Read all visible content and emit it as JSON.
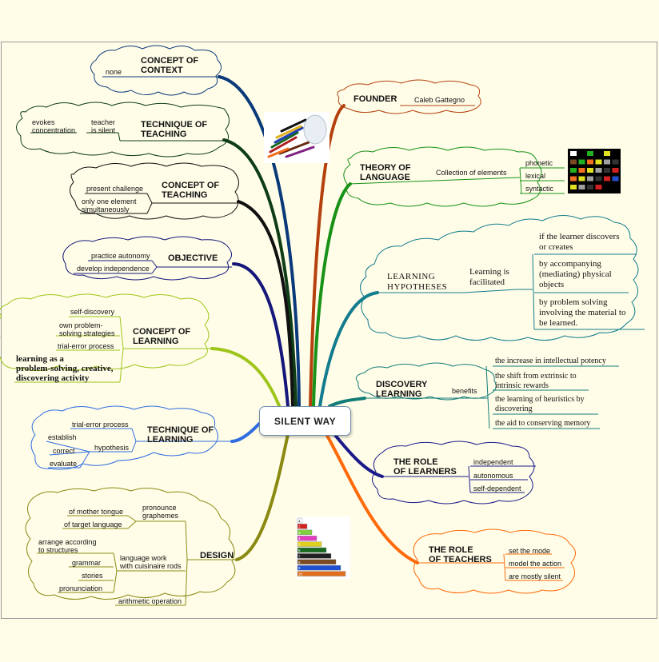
{
  "center": "SILENT WAY",
  "concept_of_context": {
    "title": "CONCEPT OF\nCONTEXT",
    "items": [
      "none"
    ]
  },
  "technique_of_teaching": {
    "title": "TECHNIQUE OF\nTEACHING",
    "items": [
      "teacher\nis silent",
      "evokes\nconcentration"
    ]
  },
  "concept_of_teaching": {
    "title": "CONCEPT OF\nTEACHING",
    "items": [
      "present challenge",
      "only one element\nsimultaneously"
    ]
  },
  "objective": {
    "title": "OBJECTIVE",
    "items": [
      "practice autonomy",
      "develop independence"
    ]
  },
  "concept_of_learning": {
    "title": "CONCEPT OF\nLEARNING",
    "items": [
      "self-discovery",
      "own problem-\nsolving strategies",
      "trial-error process",
      "learning as a\nproblem-solving, creative,\ndiscovering activity"
    ]
  },
  "technique_of_learning": {
    "title": "TECHNIQUE OF\nLEARNING",
    "items": [
      "trial-error process",
      "hypothesis",
      "establish",
      "correct",
      "evaluate"
    ]
  },
  "design": {
    "title": "DESIGN",
    "items": [
      "pronounce\ngraphemes",
      "of mother tongue",
      "of target language",
      "language work\nwith cuisinaire rods",
      "arrange according\nto structures",
      "grammar",
      "stories",
      "pronunciation",
      "arithmetic operation"
    ]
  },
  "founder": {
    "title": "FOUNDER",
    "items": [
      "Caleb Gattegno"
    ]
  },
  "theory_of_language": {
    "title": "THEORY OF\nLANGUAGE",
    "items": [
      "Collection of elements",
      "phonetic",
      "lexical",
      "syntactic"
    ]
  },
  "learning_hypotheses": {
    "title": "LEARNING\nHYPOTHESES",
    "items": [
      "Learning is\nfacilitated",
      "if the learner discovers\nor creates",
      "by accompanying\n(mediating) physical\nobjects",
      "by problem solving\ninvolving the material to\nbe learned."
    ]
  },
  "discovery_learning": {
    "title": "DISCOVERY\nLEARNING",
    "items": [
      "benefits",
      "the increase in intellectual potency",
      "the shift from extrinsic to\nintrinsic rewards",
      "the learning of heuristics by\ndiscovering",
      "the aid to conserving memory"
    ]
  },
  "role_of_learners": {
    "title": "THE ROLE\nOF LEARNERS",
    "items": [
      "independent",
      "autonomous",
      "self-dependent"
    ]
  },
  "role_of_teachers": {
    "title": "THE ROLE\nOF TEACHERS",
    "items": [
      "set the mode",
      "model the action",
      "are mostly silent"
    ]
  },
  "rod_labels": [
    "1",
    "2",
    "3",
    "4",
    "5",
    "6",
    "7",
    "8",
    "9",
    "10"
  ],
  "colors": {
    "background": "#fffde8",
    "context": "#0b3a7a",
    "teaching_tech": "#0e3d16",
    "teaching_concept": "#111111",
    "objective": "#15187a",
    "learning_concept": "#9ec51a",
    "learning_tech": "#2f6de0",
    "design": "#8a8a12",
    "founder": "#b5420e",
    "language": "#199217",
    "hypotheses": "#137c8e",
    "discovery": "#137c78",
    "learners": "#1a1a8a",
    "teachers": "#ff6a0a"
  }
}
